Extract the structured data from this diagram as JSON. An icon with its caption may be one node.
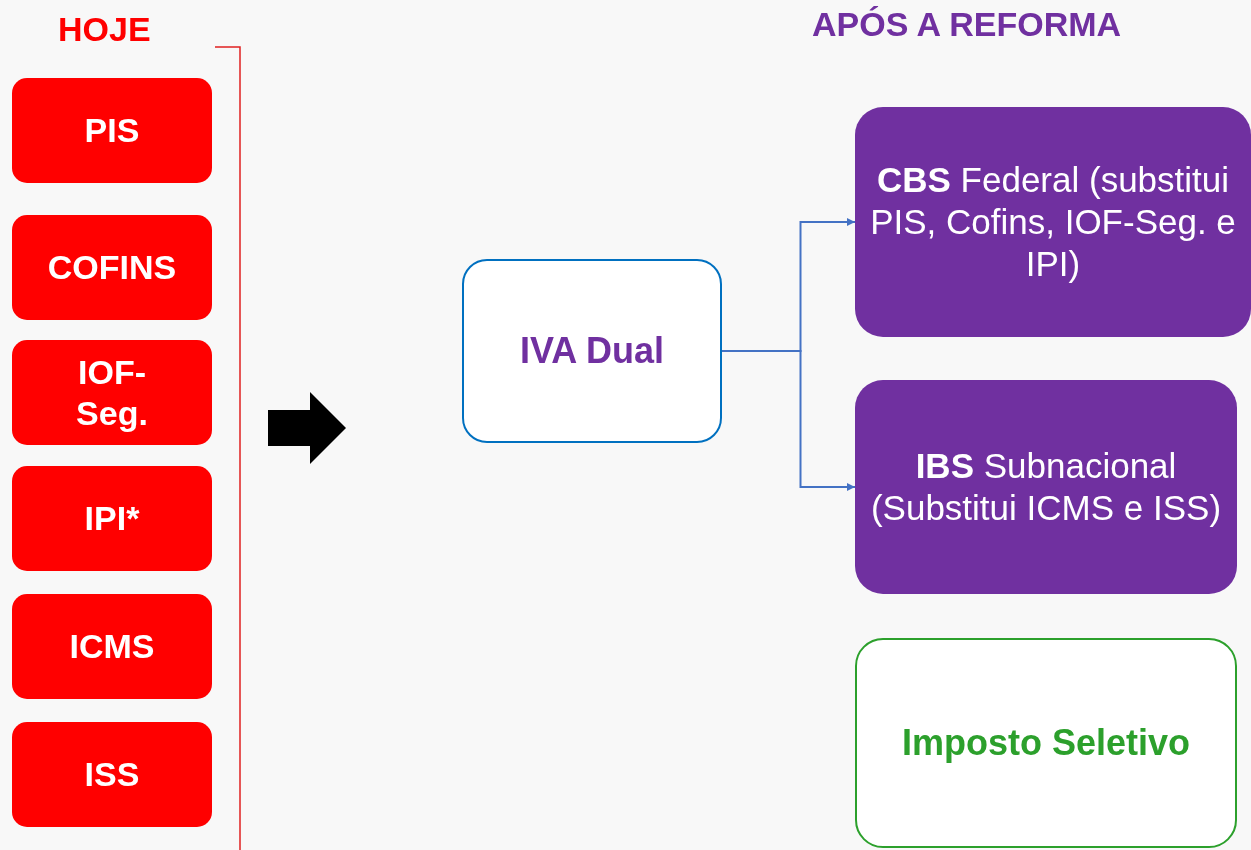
{
  "diagram": {
    "nodes": [
      {
        "text": [
          "PIS"
        ]
      },
      {
        "text": [
          "COFINS"
        ]
      },
      {
        "text": [
          "IOF-Seg."
        ]
      },
      {
        "text": [
          "IPI*"
        ]
      },
      {
        "text": [
          "ICMS"
        ]
      },
      {
        "text": [
          "ISS"
        ]
      },
      {
        "text": [
          "IVA Dual"
        ]
      },
      {
        "text": [
          "**CBS** Federal (substitui PIS, Cofins, IOF-Seg. e IPI)"
        ]
      },
      {
        "text": [
          "**IBS** Subnacional (Substitui ICMS e ISS)"
        ]
      },
      {
        "text": [
          "Imposto Seletivo"
        ]
      }
    ],
    "edges": [
      {
        "from": 6,
        "to": 7,
        "arrow": "to"
      },
      {
        "from": 6,
        "to": 8,
        "arrow": "to"
      }
    ],
    "labels": [
      "HOJE",
      "APÓS A REFORMA"
    ]
  }
}
